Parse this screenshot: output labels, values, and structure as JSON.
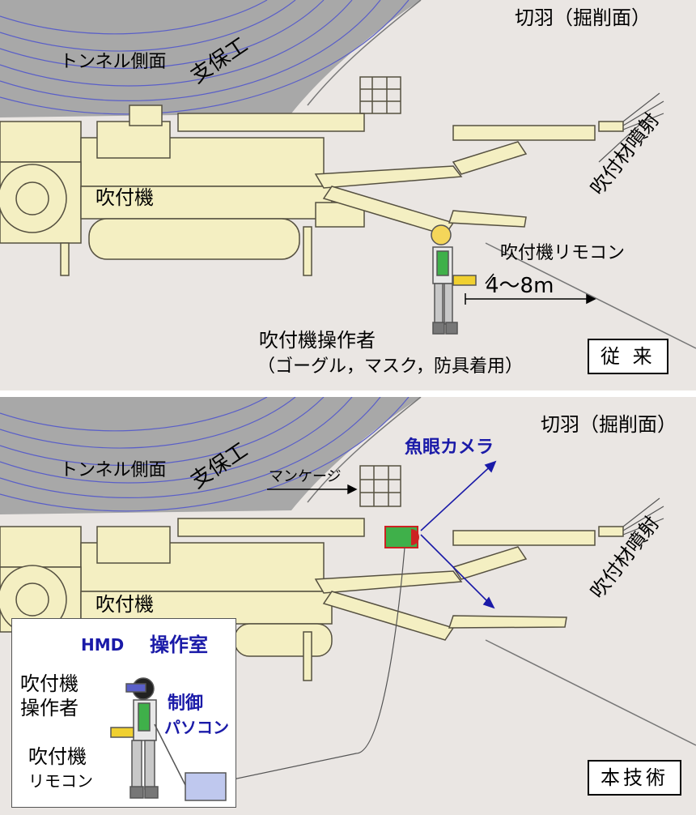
{
  "top_panel": {
    "face_label": "切羽（掘削面）",
    "tunnel_side_label": "トンネル側面",
    "support_label": "支保工",
    "spray_label": "吹付材噴射",
    "machine_label": "吹付機",
    "remote_label": "吹付機リモコン",
    "distance_label": "4～8m",
    "operator_label": "吹付機操作者",
    "operator_note": "（ゴーグル，マスク，防具着用）",
    "method_label": "従 来"
  },
  "bottom_panel": {
    "face_label": "切羽（掘削面）",
    "tunnel_side_label": "トンネル側面",
    "support_label": "支保工",
    "spray_label": "吹付材噴射",
    "machine_label": "吹付機",
    "camera_label": "魚眼カメラ",
    "mancage_label": "マンケージ",
    "hmd_label": "HMD",
    "room_label": "操作室",
    "operator_line1": "吹付機",
    "operator_line2": "操作者",
    "pc_line1": "制御",
    "pc_line2": "パソコン",
    "remote_line1": "吹付機",
    "remote_line2": "リモコン",
    "method_label": "本技術"
  },
  "colors": {
    "background": "#eae6e3",
    "tunnel_gray": "#a8a8a8",
    "arch_lines": "#5a5fc8",
    "machine_fill": "#f4efc2",
    "machine_stroke": "#555040",
    "highlight_blue": "#1a1aa8",
    "camera_red": "#cc2222"
  }
}
